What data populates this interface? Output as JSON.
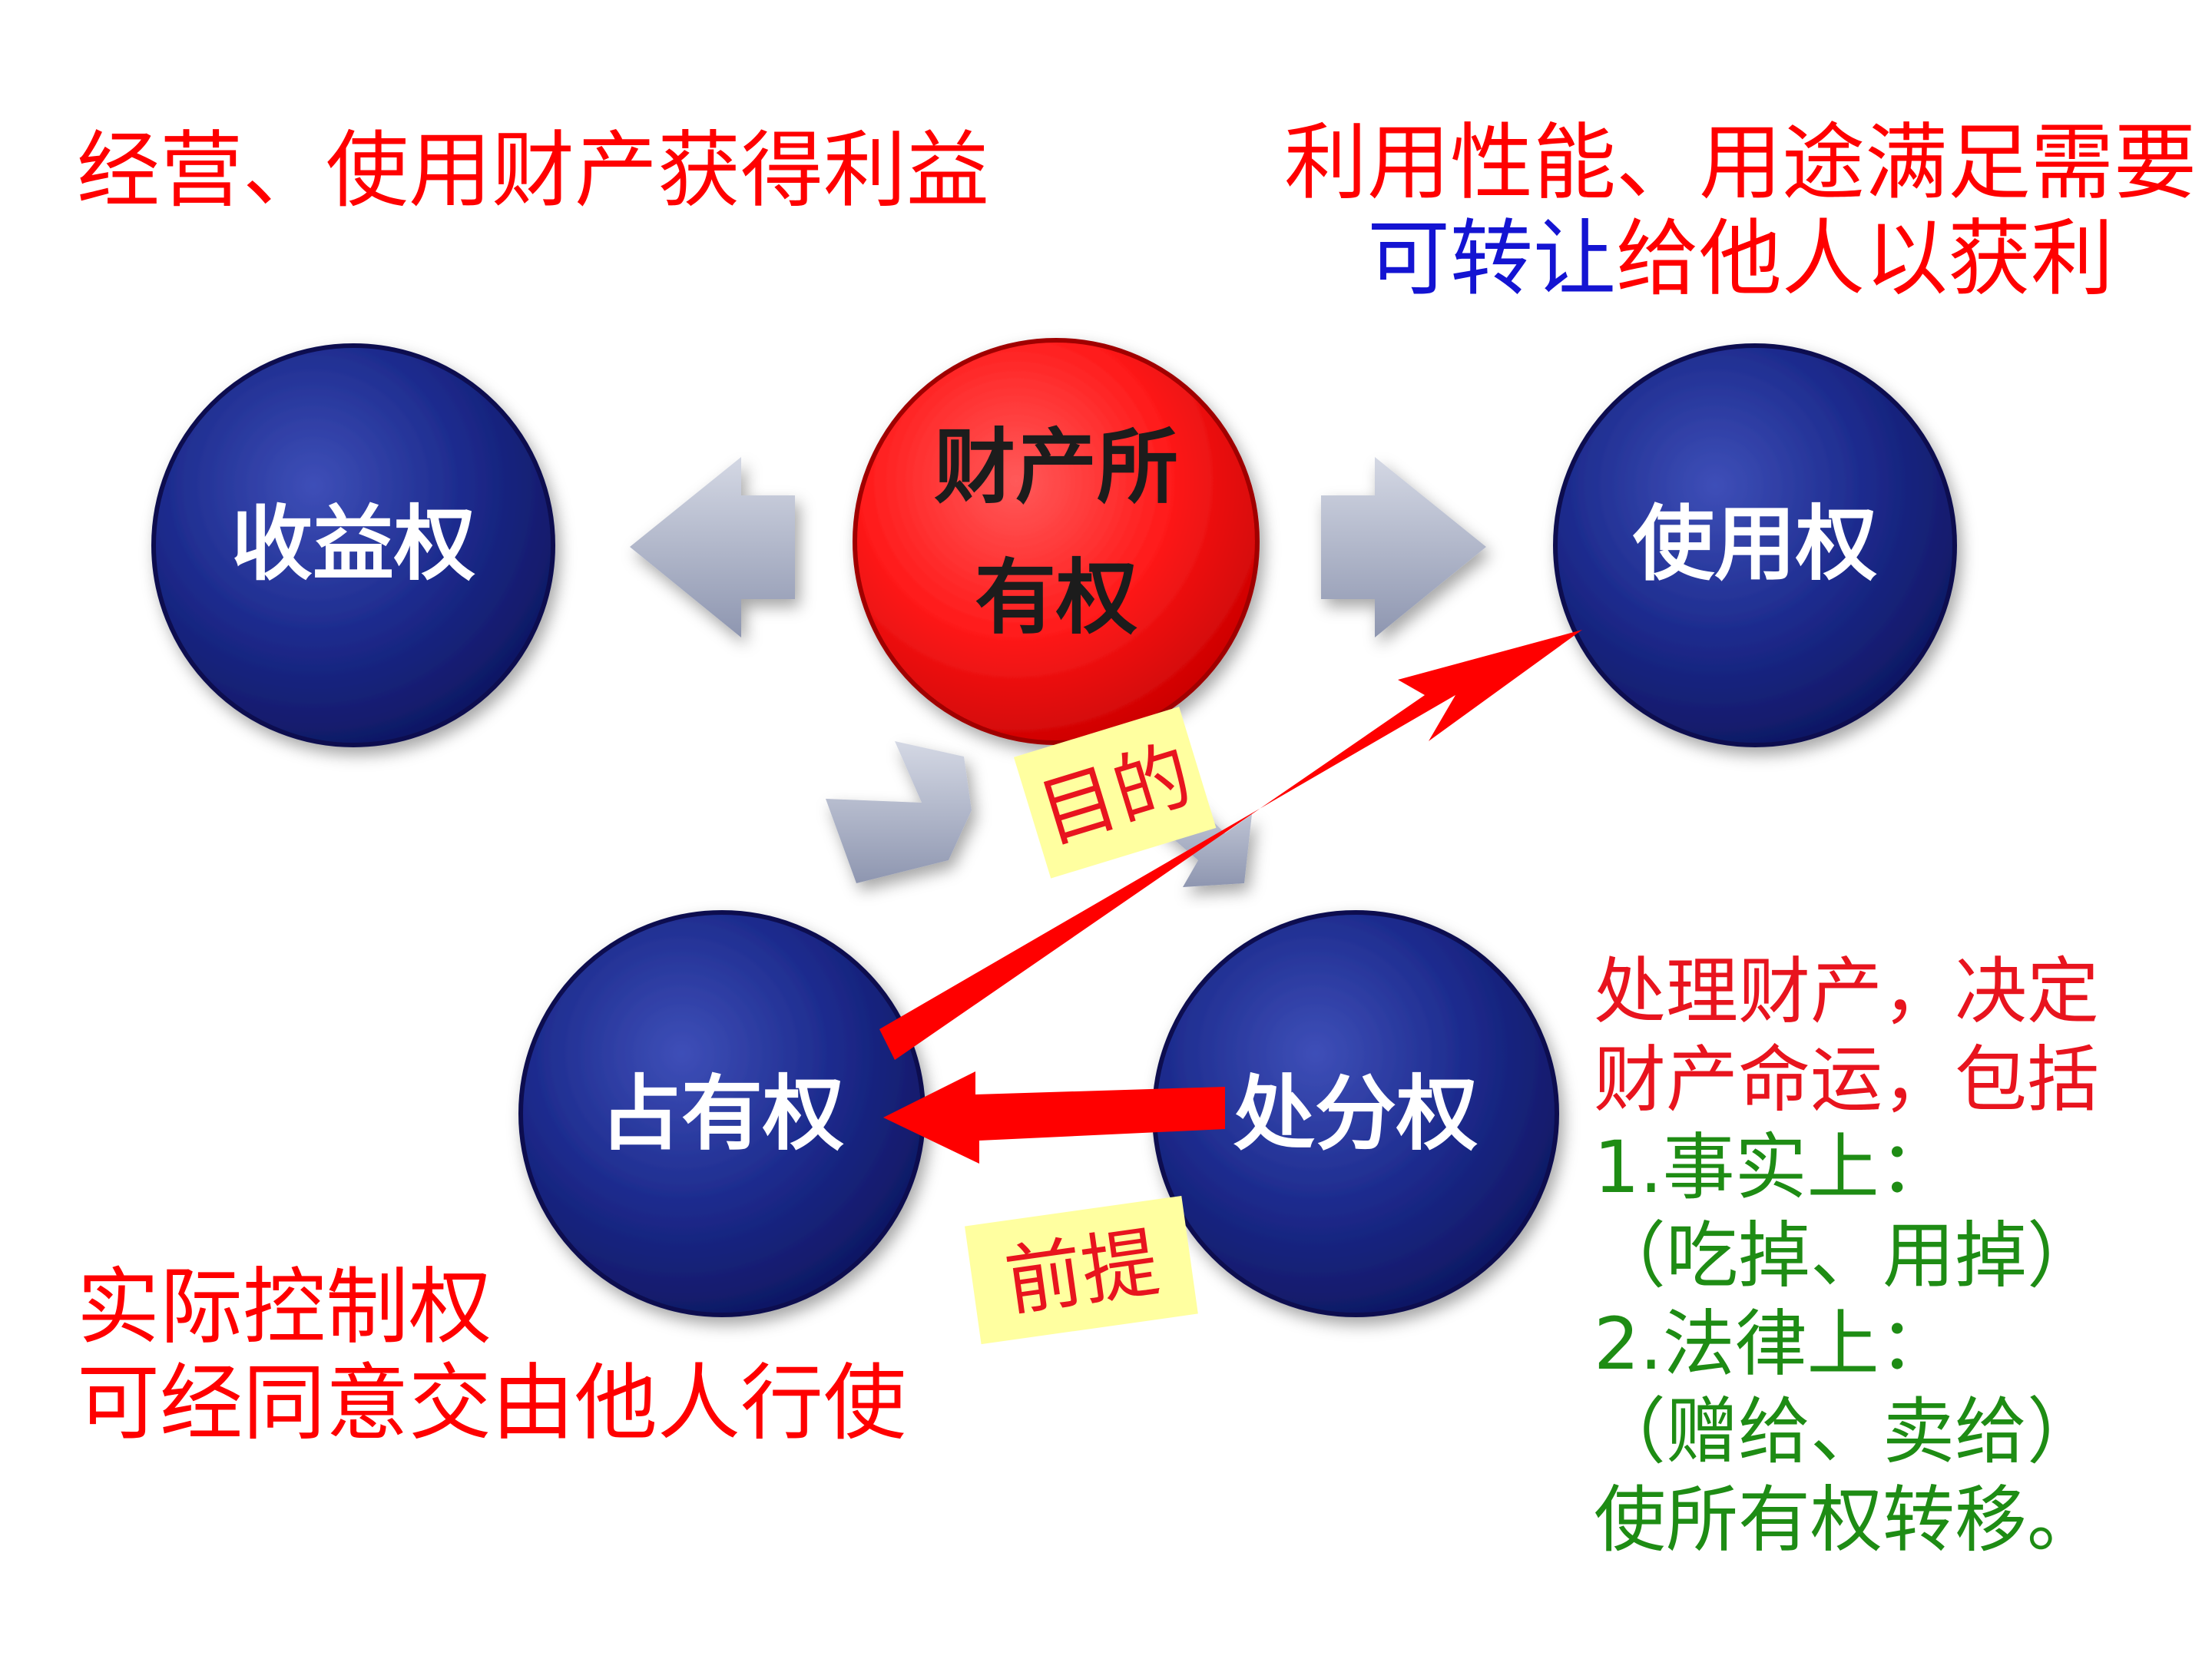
{
  "nodes": {
    "center": {
      "line1": "财产所",
      "line2": "有权"
    },
    "income": {
      "label": "收益权"
    },
    "use": {
      "label": "使用权"
    },
    "possess": {
      "label": "占有权"
    },
    "dispose": {
      "label": "处分权"
    }
  },
  "tags": {
    "purpose": "目的",
    "premise": "前提"
  },
  "annotations": {
    "income_note": "经营、使用财产获得利益",
    "use_note_line1": "利用性能、用途满足需要",
    "use_note_line2_blue": "可转让",
    "use_note_line2_red": "给他人以获利",
    "possess_note_line1": "实际控制权",
    "possess_note_line2": "可经同意交由他人行使",
    "dispose_note": {
      "line1": "处理财产，决定",
      "line2": "财产命运，包括",
      "line3": "1.事实上：",
      "line4": "（吃掉、用掉）",
      "line5": "2.法律上：",
      "line6": "（赠给、卖给）",
      "line7": "使所有权转移。"
    }
  },
  "colors": {
    "node_blue": "#1c2a8c",
    "center_red": "#ff1a1a",
    "arrow_red": "#ff0000",
    "arrow_gray": "#a8afc4",
    "tag_yellow": "#ffffa0",
    "text_red": "#ff0000",
    "text_blue": "#1414d2",
    "text_green": "#1e8c14"
  }
}
